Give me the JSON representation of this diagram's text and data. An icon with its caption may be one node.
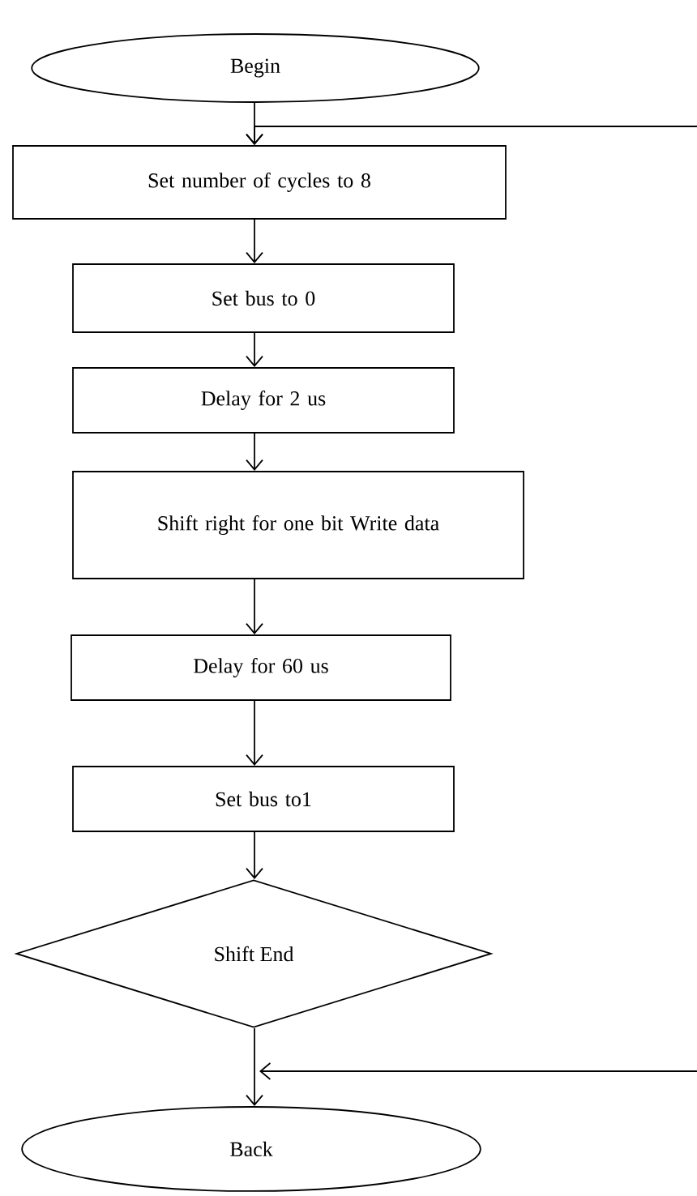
{
  "diagram": {
    "nodes": [
      {
        "text": [
          "Begin"
        ]
      },
      {
        "text": [
          "Set number of cycles to 8"
        ]
      },
      {
        "text": [
          "Set bus to 0"
        ]
      },
      {
        "text": [
          "Delay for 2 us"
        ]
      },
      {
        "text": [
          "Shift right for one bit Write data"
        ]
      },
      {
        "text": [
          "Delay for 60 us"
        ]
      },
      {
        "text": [
          "Set bus to1"
        ]
      },
      {
        "text": [
          "Shift End"
        ]
      },
      {
        "text": [
          "Back"
        ]
      }
    ],
    "edges": [
      {
        "from": 0,
        "to": 1,
        "arrow": "to"
      },
      {
        "from": 1,
        "to": 2,
        "arrow": "to"
      },
      {
        "from": 2,
        "to": 3,
        "arrow": "to"
      },
      {
        "from": 3,
        "to": 4,
        "arrow": "to"
      },
      {
        "from": 4,
        "to": 5,
        "arrow": "to"
      },
      {
        "from": 5,
        "to": 6,
        "arrow": "to"
      },
      {
        "from": 6,
        "to": 7,
        "arrow": "to"
      },
      {
        "from": 7,
        "to": 8,
        "arrow": "to"
      },
      {
        "from": null,
        "to": 1,
        "arrow": "to"
      },
      {
        "from": null,
        "to": 8,
        "arrow": "to"
      }
    ]
  }
}
